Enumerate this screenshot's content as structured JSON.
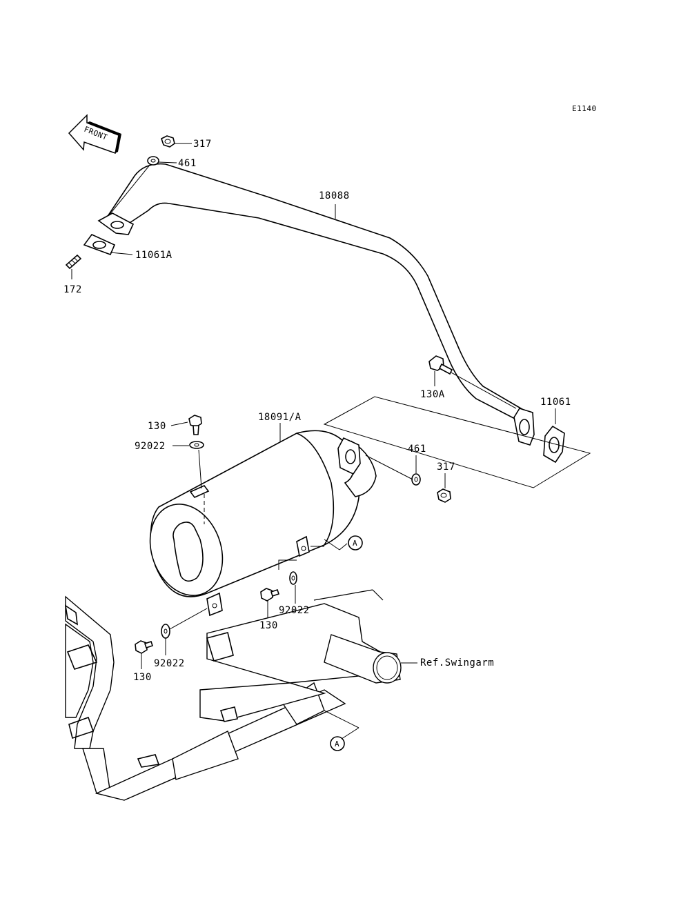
{
  "diagram_code": "E1140",
  "front_label": "FRONT",
  "ref_marker": "A",
  "callouts": {
    "p317_top": "317",
    "p461_top": "461",
    "p18088": "18088",
    "p11061A": "11061A",
    "p172": "172",
    "p130A": "130A",
    "p11061": "11061",
    "p130_a": "130",
    "p92022_a": "92022",
    "p18091A": "18091/A",
    "p461_mid": "461",
    "p317_mid": "317",
    "p92022_b": "92022",
    "p130_b": "130",
    "p92022_c": "92022",
    "p130_c": "130",
    "ref_swingarm": "Ref.Swingarm"
  }
}
